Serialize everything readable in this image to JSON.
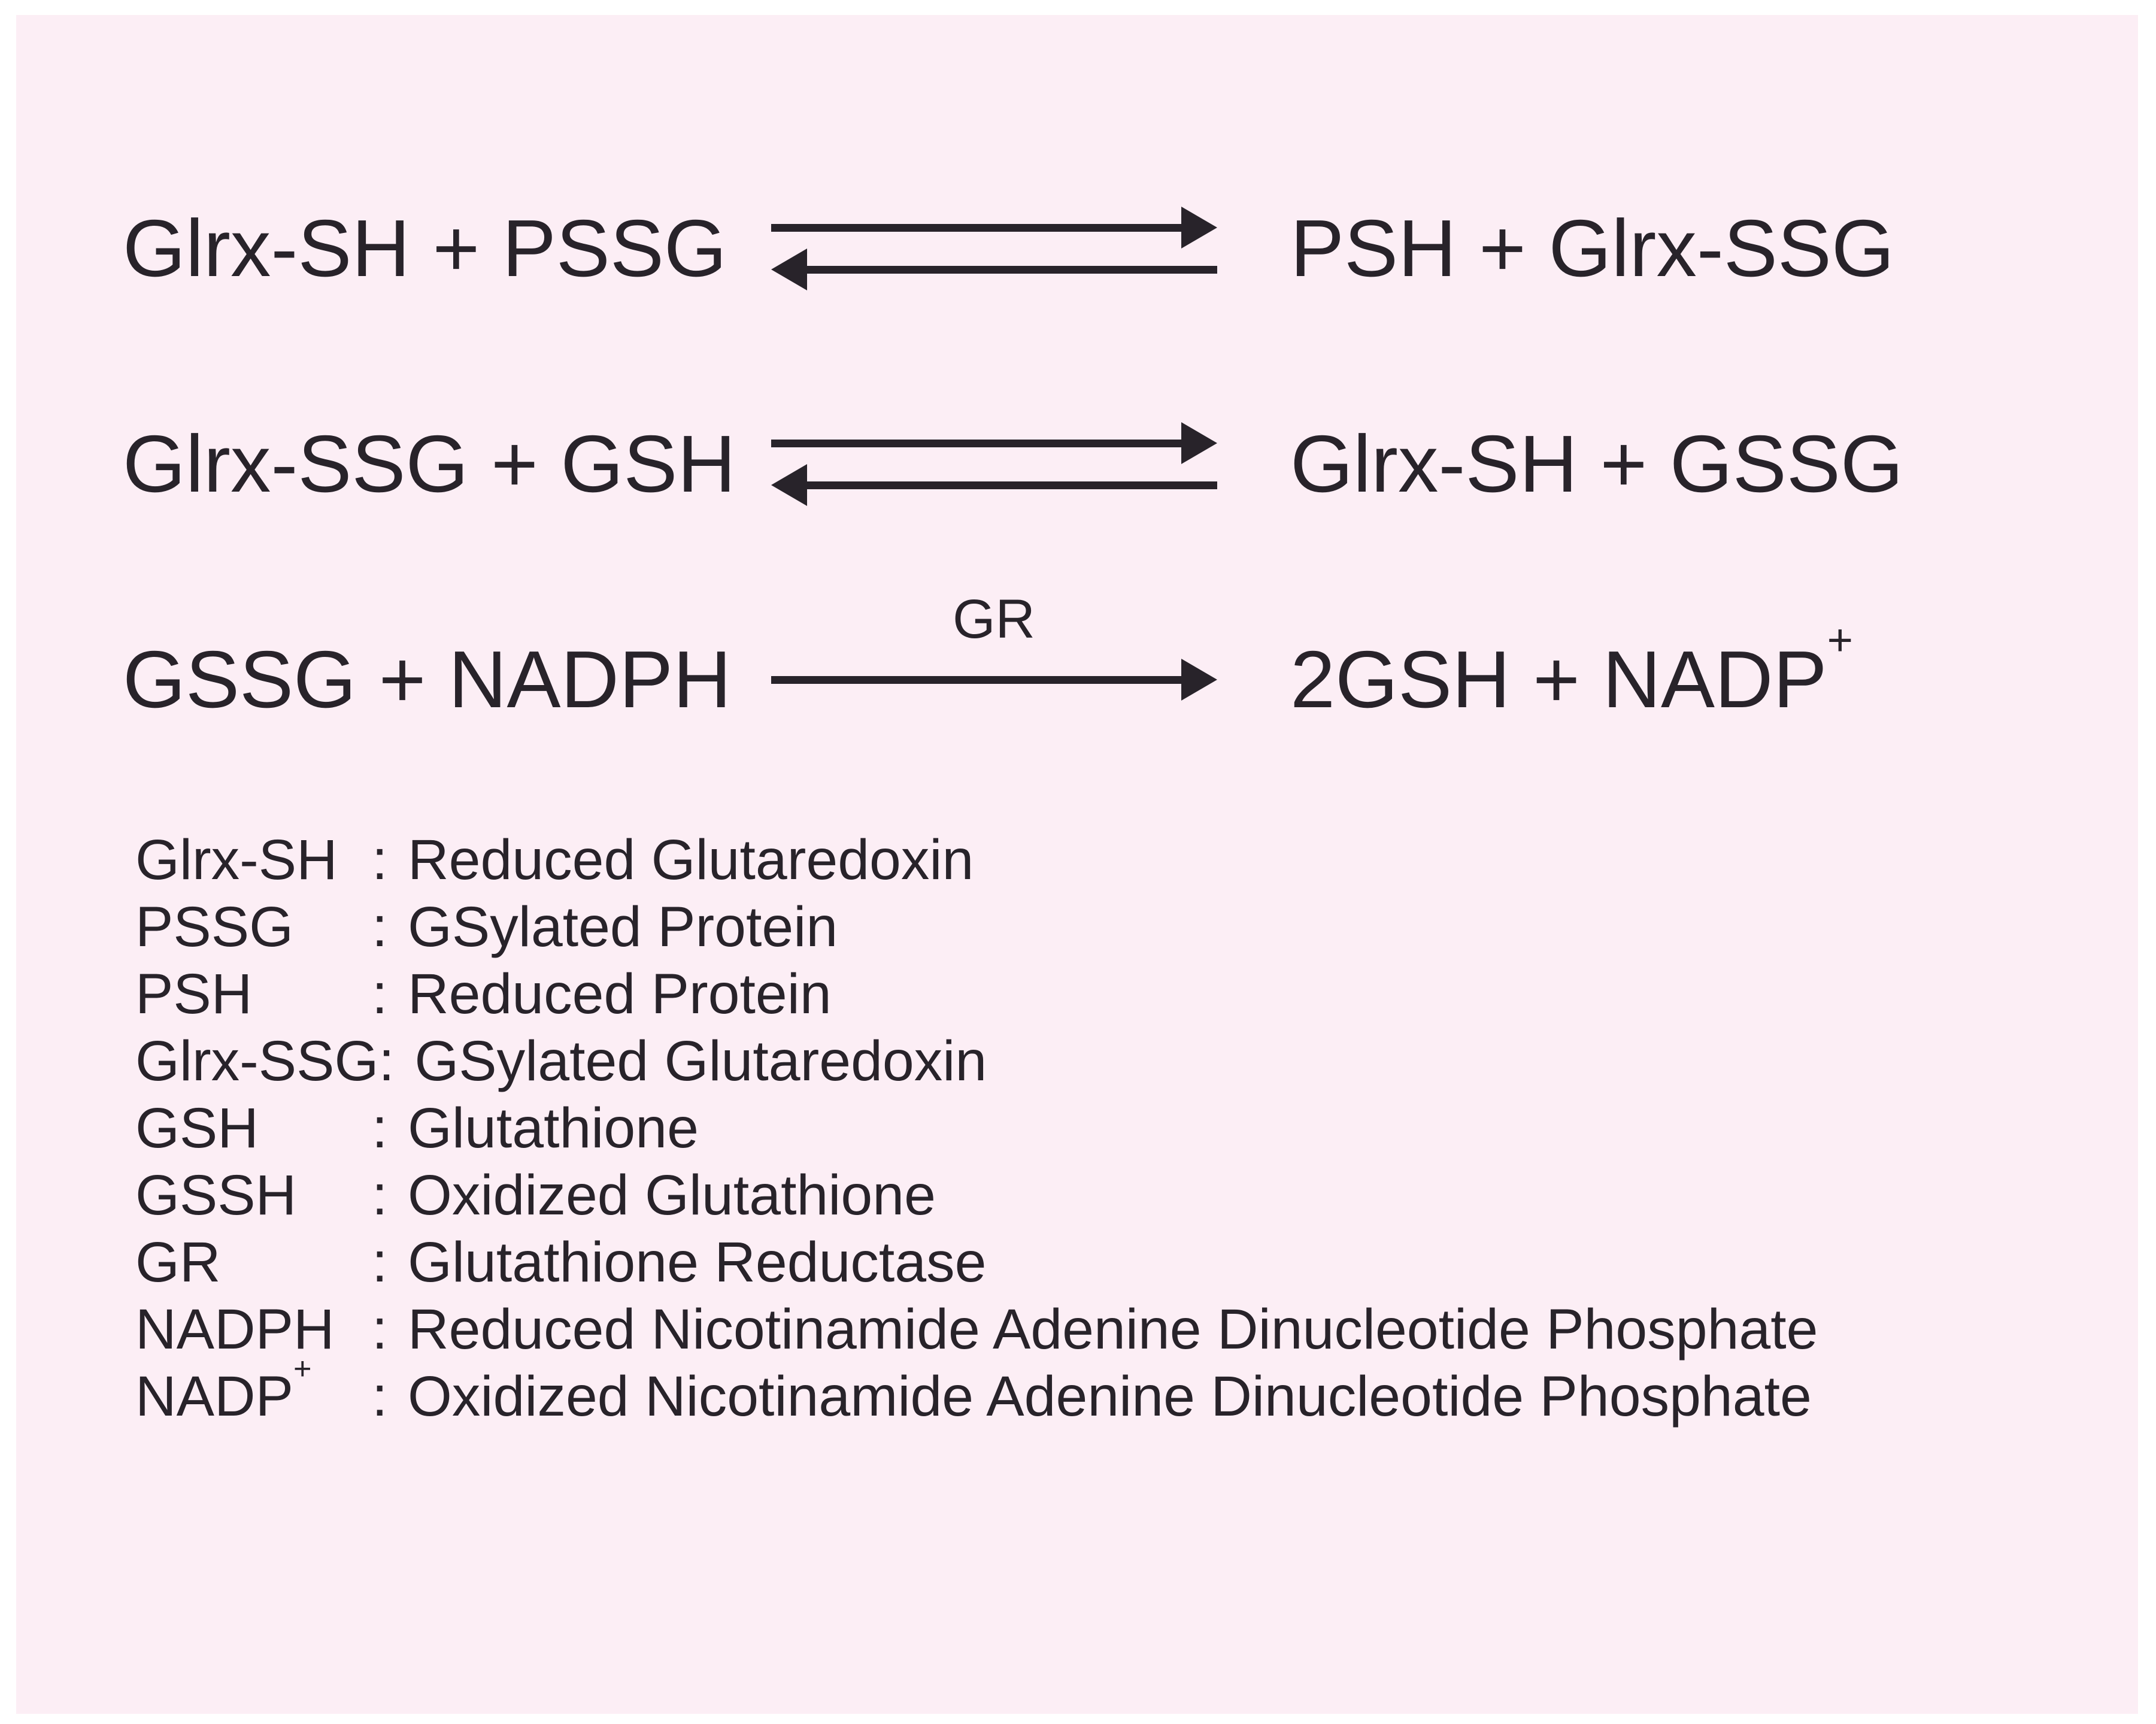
{
  "panel": {
    "background_color": "#fceef5",
    "text_color": "#28232a"
  },
  "reactions": [
    {
      "left": "Glrx-SH + PSSG",
      "right": "PSH + Glrx-SSG",
      "arrow_type": "equilibrium"
    },
    {
      "left": "Glrx-SSG + GSH",
      "right": "Glrx-SH + GSSG",
      "arrow_type": "equilibrium"
    },
    {
      "left": "GSSG + NADPH",
      "right": "2GSH + NADP",
      "right_superscript": "+",
      "arrow_type": "forward",
      "arrow_label": "GR"
    }
  ],
  "legend": {
    "separator": ":",
    "items": [
      {
        "abbr": "Glrx-SH",
        "desc": "Reduced Glutaredoxin"
      },
      {
        "abbr": "PSSG",
        "desc": "GSylated Protein"
      },
      {
        "abbr": "PSH",
        "desc": "Reduced Protein"
      },
      {
        "abbr": "Glrx-SSG",
        "desc": "GSylated Glutaredoxin"
      },
      {
        "abbr": "GSH",
        "desc": "Glutathione"
      },
      {
        "abbr": "GSSH",
        "desc": "Oxidized Glutathione"
      },
      {
        "abbr": "GR",
        "desc": "Glutathione Reductase"
      },
      {
        "abbr": "NADPH",
        "desc": "Reduced Nicotinamide Adenine Dinucleotide Phosphate"
      },
      {
        "abbr": "NADP",
        "abbr_superscript": "+",
        "desc": "Oxidized Nicotinamide Adenine Dinucleotide Phosphate"
      }
    ]
  }
}
